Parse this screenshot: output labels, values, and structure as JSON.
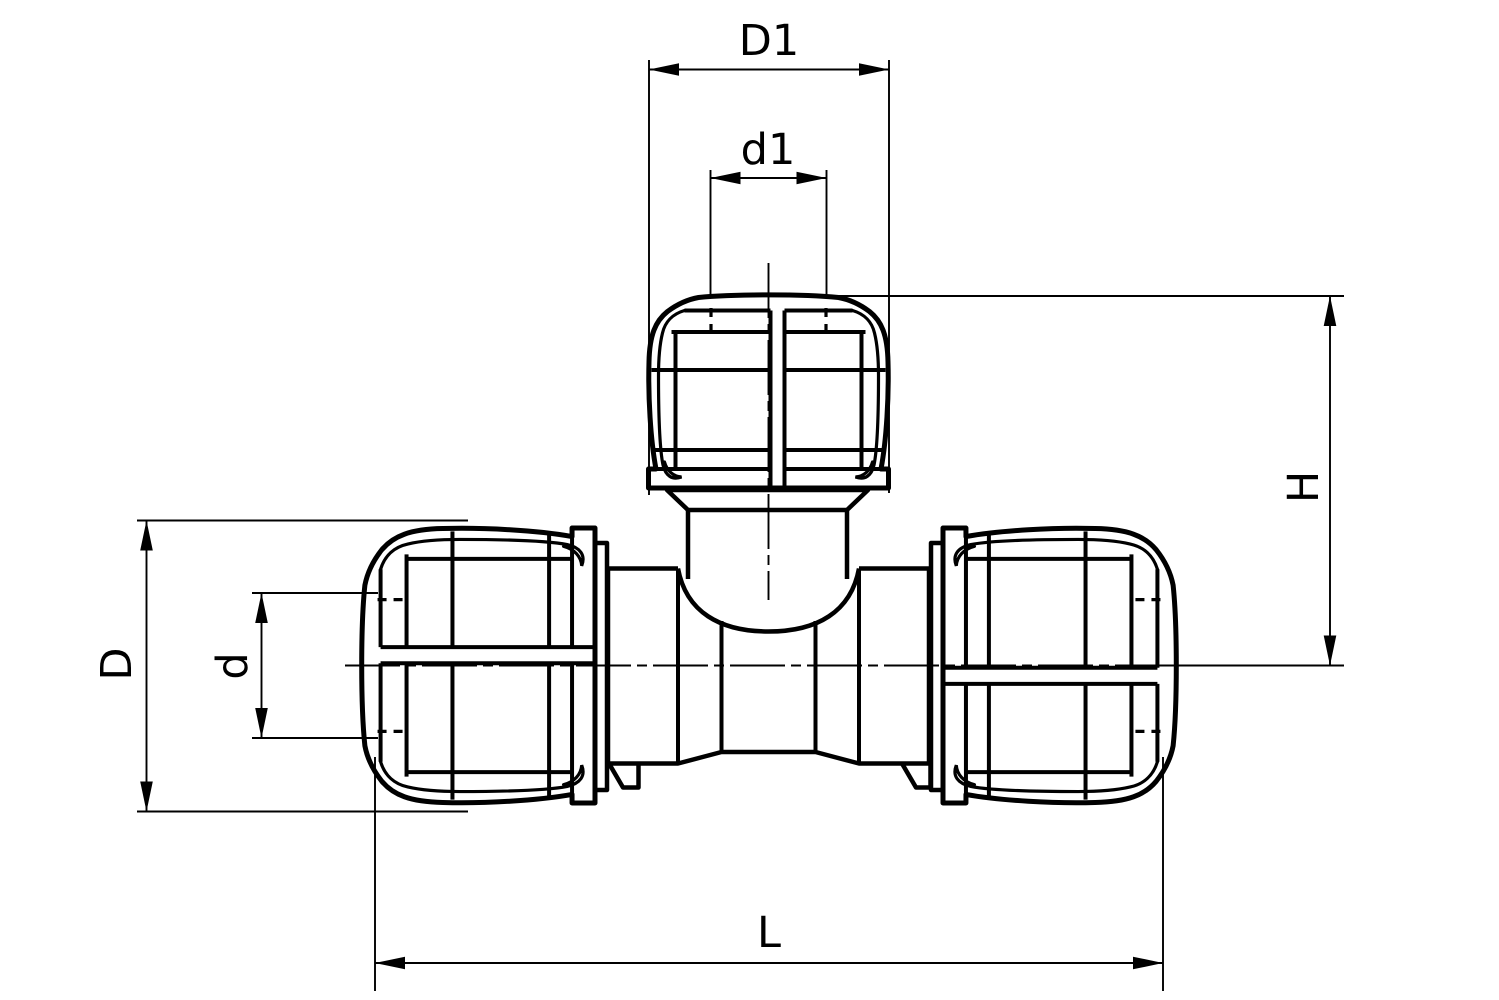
{
  "drawing": {
    "kind": "technical-dimension-drawing",
    "subject": "compression-tee-fitting"
  },
  "dims": {
    "D1": {
      "label": "D1"
    },
    "d1": {
      "label": "d1"
    },
    "D": {
      "label": "D"
    },
    "d": {
      "label": "d"
    },
    "H": {
      "label": "H"
    },
    "L": {
      "label": "L"
    }
  },
  "colors": {
    "line": "#000000",
    "background": "#ffffff"
  }
}
